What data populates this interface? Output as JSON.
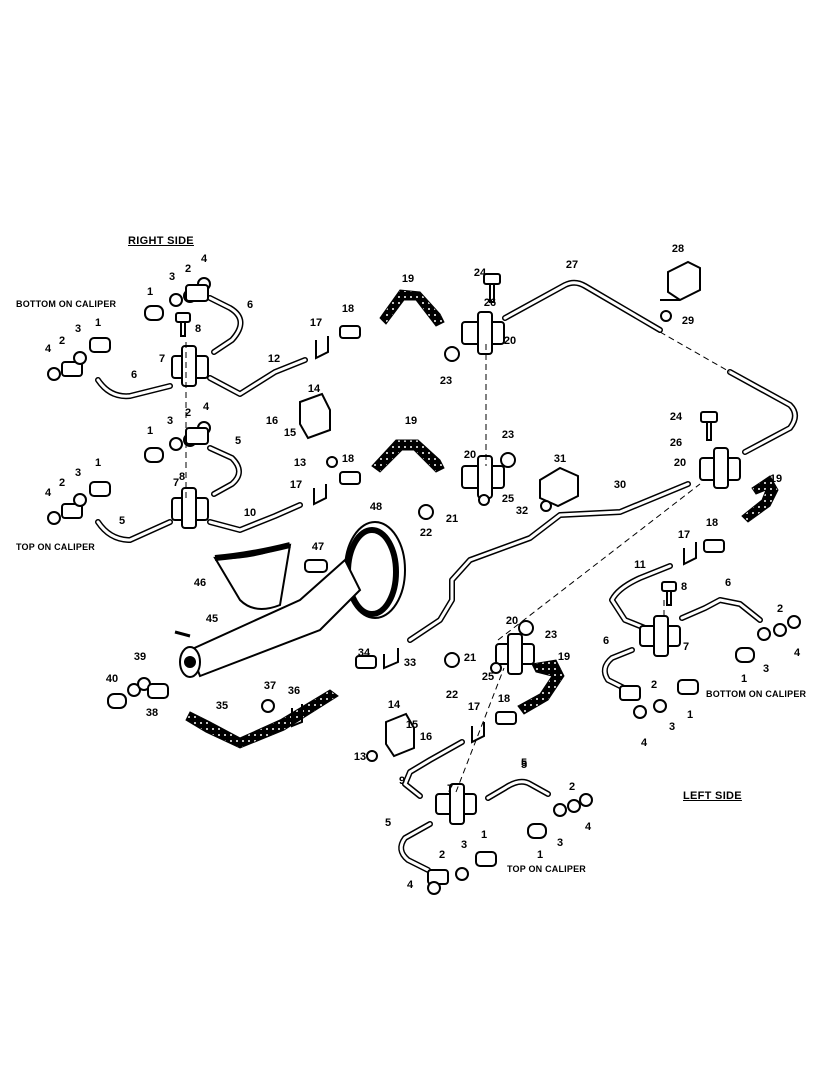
{
  "headings": {
    "right_side": "RIGHT SIDE",
    "left_side": "LEFT SIDE"
  },
  "labels": {
    "bottom_on_caliper_right": "BOTTOM ON CALIPER",
    "top_on_caliper_right": "TOP ON CALIPER",
    "bottom_on_caliper_left": "BOTTOM ON CALIPER",
    "top_on_caliper_left": "TOP ON CALIPER"
  },
  "callouts": [
    "1",
    "2",
    "3",
    "4",
    "1",
    "2",
    "3",
    "4",
    "1",
    "2",
    "3",
    "4",
    "1",
    "2",
    "3",
    "4",
    "5",
    "5",
    "6",
    "6",
    "7",
    "7",
    "8",
    "8",
    "10",
    "12",
    "13",
    "14",
    "15",
    "16",
    "17",
    "17",
    "18",
    "18",
    "19",
    "19",
    "20",
    "20",
    "21",
    "22",
    "23",
    "23",
    "24",
    "25",
    "26",
    "27",
    "28",
    "29",
    "30",
    "31",
    "32",
    "1",
    "2",
    "3",
    "4",
    "1",
    "2",
    "3",
    "4",
    "5",
    "6",
    "6",
    "7",
    "8",
    "9",
    "11",
    "13",
    "14",
    "15",
    "16",
    "17",
    "17",
    "18",
    "18",
    "19",
    "19",
    "20",
    "20",
    "21",
    "22",
    "23",
    "24",
    "25",
    "26",
    "33",
    "34",
    "35",
    "36",
    "37",
    "38",
    "39",
    "40",
    "45",
    "46",
    "47",
    "48",
    "1",
    "2",
    "3",
    "4",
    "1",
    "2",
    "3",
    "4",
    "5",
    "5",
    "7"
  ]
}
